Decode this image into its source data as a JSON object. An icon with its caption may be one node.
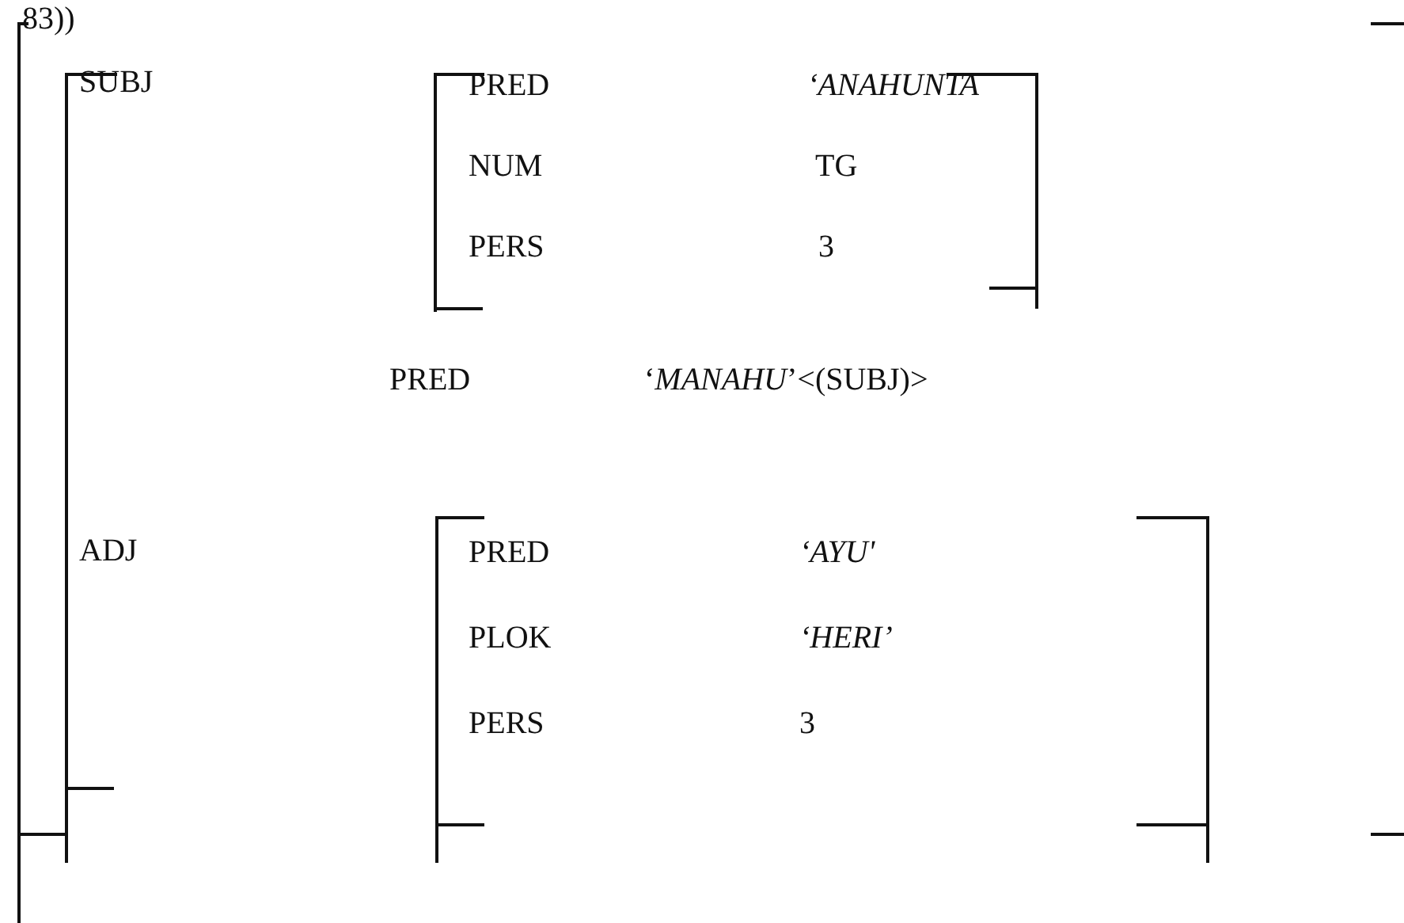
{
  "diagram": {
    "nodes": [
      {
        "text": [
          "SUBJ",
          "PRED",
          "‘*MANAHU*’<(SUBJ)>",
          "ADJ"
        ]
      },
      {
        "text": [
          "PRED",
          "‘ANAHUNTA",
          "NUM",
          "TG",
          "PERS",
          "3"
        ],
        "in": 0
      },
      {
        "text": [
          "PRED",
          "‘AYU'",
          "PLOK",
          "‘HERI’",
          "PERS",
          "3"
        ],
        "in": 0
      }
    ],
    "labels": [
      "83))"
    ]
  }
}
